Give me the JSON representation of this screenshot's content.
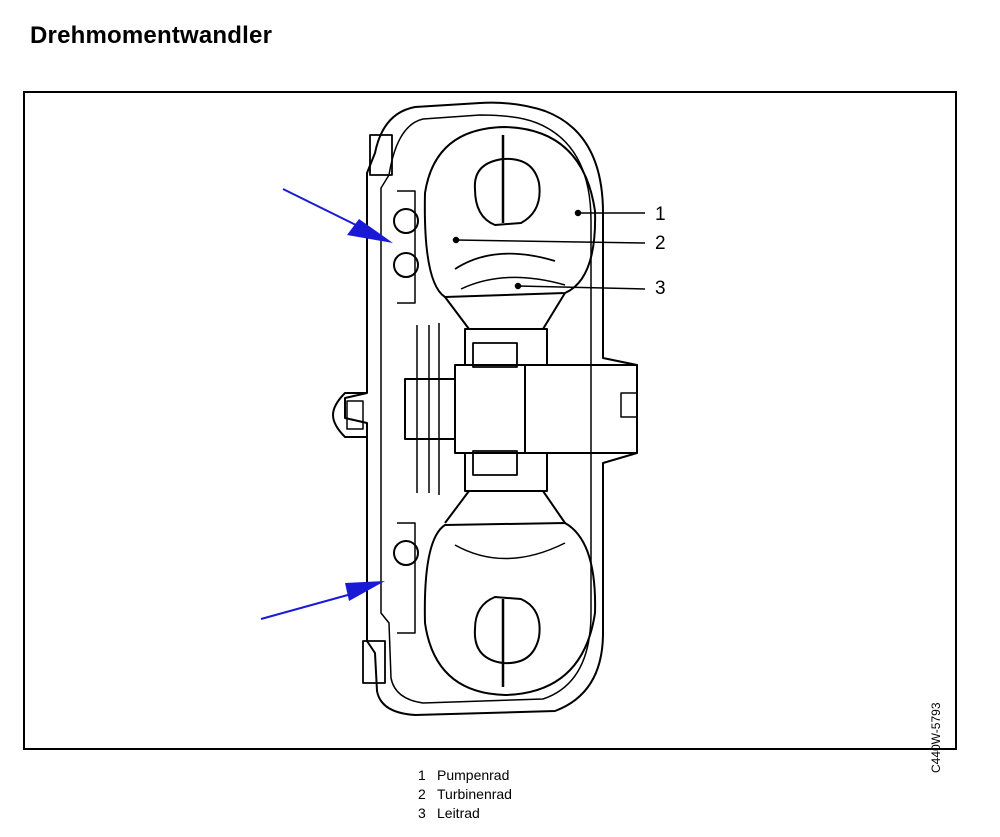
{
  "title": "Drehmomentwandler",
  "figure_code": "C440W-5793",
  "callouts": [
    {
      "num": "1",
      "label": "Pumpenrad"
    },
    {
      "num": "2",
      "label": "Turbinenrad"
    },
    {
      "num": "3",
      "label": "Leitrad"
    }
  ],
  "colors": {
    "arrow": "#1a1ad6",
    "ink": "#000000"
  }
}
